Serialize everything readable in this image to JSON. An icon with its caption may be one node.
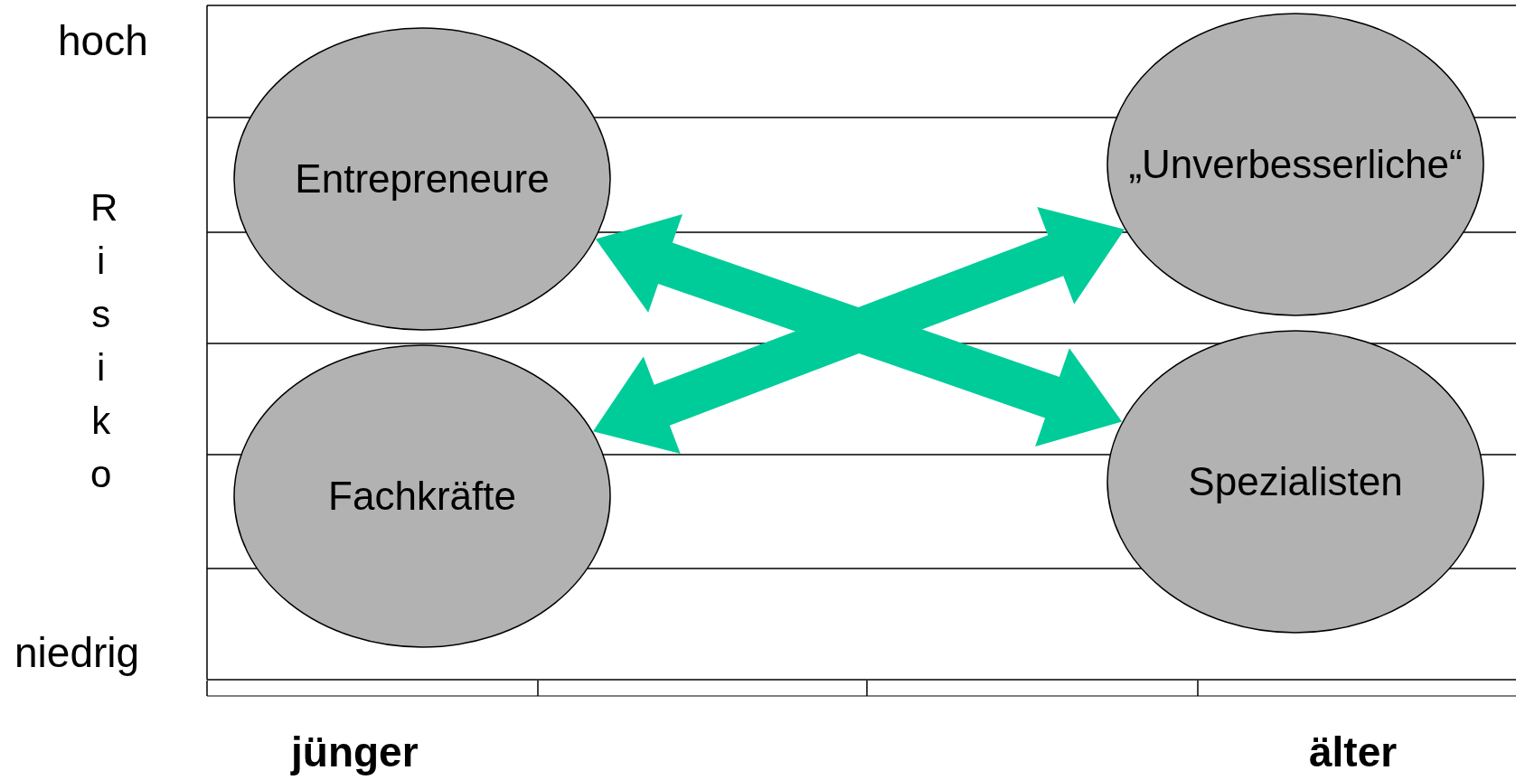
{
  "diagram": {
    "nodes": [
      {
        "text": [
          "Entrepreneure"
        ]
      },
      {
        "text": [
          "„Unverbesserliche“"
        ]
      },
      {
        "text": [
          "Fachkräfte"
        ]
      },
      {
        "text": [
          "Spezialisten"
        ]
      }
    ],
    "edges": [
      {
        "from": 0,
        "to": 3,
        "arrow": "both",
        "style": "thick",
        "color": "#00cc99"
      },
      {
        "from": 2,
        "to": 1,
        "arrow": "both",
        "style": "thick",
        "color": "#00cc99"
      }
    ],
    "labels": [
      "hoch",
      "Risiko",
      "niedrig",
      "jünger",
      "älter"
    ]
  }
}
